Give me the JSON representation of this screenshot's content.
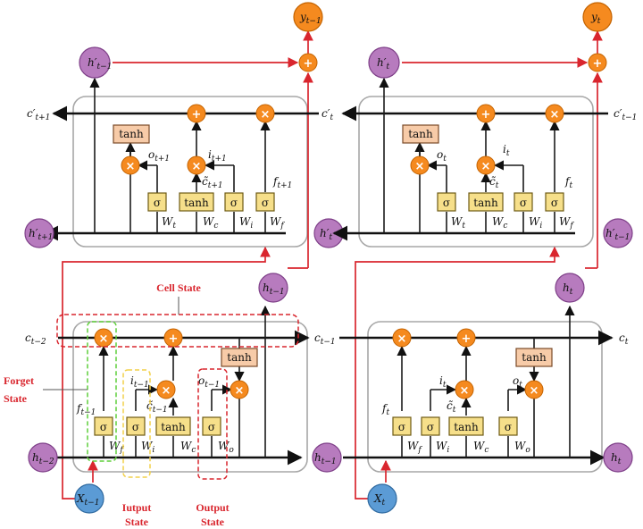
{
  "colors": {
    "cell_border": "#a7a7a7",
    "gate_fill": "#f6df8a",
    "tanh_fill": "#f7cba8",
    "operator": "#f58a1f",
    "hidden_node": "#b77bbe",
    "output_node": "#f58a1f",
    "input_node": "#5b9bd5",
    "annotation": "#d9262e",
    "forget_box": "#5fcf3b",
    "input_box": "#f2d04a"
  },
  "labels": {
    "cell_state": "Cell State",
    "forget_state_1": "Forget",
    "forget_state_2": "State",
    "input_state_1": "Iutput",
    "input_state_2": "State",
    "output_state_1": "Output",
    "output_state_2": "State"
  },
  "ops": {
    "plus": "+",
    "times": "×"
  },
  "gate_labels": {
    "sigma": "σ",
    "tanh": "tanh"
  },
  "tl": {
    "y": "y",
    "y_sub": "t−1",
    "h_prime": "h′",
    "h_prime_sub": "t−1",
    "c_left": "c′",
    "c_left_sub": "t+1",
    "c_right": "c′",
    "c_right_sub": "t",
    "h_bottom_left": "h′",
    "h_bottom_left_sub": "t+1",
    "h_bottom_right": "h′",
    "h_bottom_right_sub": "t",
    "o": "o",
    "o_sub": "t+1",
    "i": "i",
    "i_sub": "t+1",
    "c_tilde": "c̃",
    "c_tilde_sub": "t+1",
    "f": "f",
    "f_sub": "t+1",
    "W1": "W",
    "W1_sub": "t",
    "W2": "W",
    "W2_sub": "c",
    "W3": "W",
    "W3_sub": "i",
    "W4": "W",
    "W4_sub": "f"
  },
  "tr": {
    "y": "y",
    "y_sub": "t",
    "h_prime": "h′",
    "h_prime_sub": "t",
    "c_left": "c′",
    "c_left_sub": "t",
    "c_right": "c′",
    "c_right_sub": "t−1",
    "h_bottom_left": "h′",
    "h_bottom_left_sub": "t",
    "h_bottom_right": "h′",
    "h_bottom_right_sub": "t−1",
    "o": "o",
    "o_sub": "t",
    "i": "i",
    "i_sub": "t",
    "c_tilde": "c̃",
    "c_tilde_sub": "t",
    "f": "f",
    "f_sub": "t",
    "W1": "W",
    "W1_sub": "t",
    "W2": "W",
    "W2_sub": "c",
    "W3": "W",
    "W3_sub": "i",
    "W4": "W",
    "W4_sub": "f"
  },
  "bl": {
    "c_left": "c",
    "c_left_sub": "t−2",
    "c_right": "c",
    "c_right_sub": "t−1",
    "h_top": "h",
    "h_top_sub": "t−1",
    "h_left": "h",
    "h_left_sub": "t−2",
    "h_right": "h",
    "h_right_sub": "t−1",
    "x": "X",
    "x_sub": "t−1",
    "f": "f",
    "f_sub": "t−1",
    "i": "i",
    "i_sub": "t−1",
    "c_tilde": "c̃",
    "c_tilde_sub": "t−1",
    "o": "o",
    "o_sub": "t−1",
    "W1": "W",
    "W1_sub": "f",
    "W2": "W",
    "W2_sub": "i",
    "W3": "W",
    "W3_sub": "c",
    "W4": "W",
    "W4_sub": "o"
  },
  "br": {
    "c_right": "c",
    "c_right_sub": "t",
    "h_top": "h",
    "h_top_sub": "t",
    "h_right": "h",
    "h_right_sub": "t",
    "x": "X",
    "x_sub": "t",
    "f": "f",
    "f_sub": "t",
    "i": "i",
    "i_sub": "t",
    "c_tilde": "c̃",
    "c_tilde_sub": "t",
    "o": "o",
    "o_sub": "t",
    "W1": "W",
    "W1_sub": "f",
    "W2": "W",
    "W2_sub": "i",
    "W3": "W",
    "W3_sub": "c",
    "W4": "W",
    "W4_sub": "o"
  }
}
